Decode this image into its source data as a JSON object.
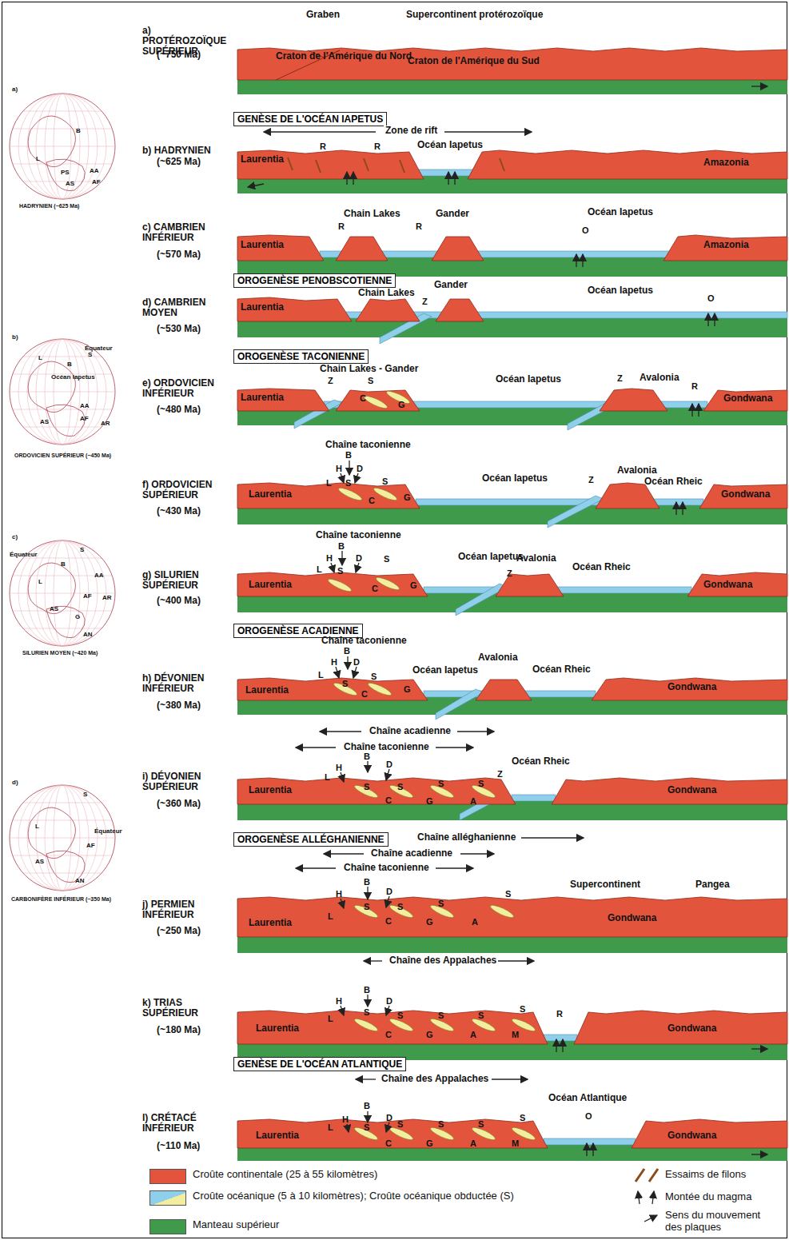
{
  "diagram": {
    "nodes": [
      {
        "text": [
          "GENÈSE DE L'OCÉAN IAPETUS"
        ]
      },
      {
        "text": [
          "OROGENÈSE PENOBSCOTIENNE"
        ]
      },
      {
        "text": [
          "OROGENÈSE TACONIENNE"
        ]
      },
      {
        "text": [
          "OROGENÈSE ACADIENNE"
        ]
      },
      {
        "text": [
          "OROGENÈSE ALLÉGHANIENNE"
        ]
      },
      {
        "text": [
          "GENÈSE DE L'OCÉAN ATLANTIQUE"
        ]
      }
    ],
    "labels": [
      "a)",
      "HADRYNIEN (~625 Ma)",
      "B",
      "L",
      "AA",
      "AF",
      "AS",
      "PS",
      "b)",
      "Équateur",
      "Océan Iapetus",
      "ORDOVICIEN SUPÉRIEUR (~450 Ma)",
      "L",
      "B",
      "S",
      "AA",
      "AF",
      "AS",
      "AR",
      "c)",
      "Équateur",
      "SILURIEN MOYEN (~420 Ma)",
      "S",
      "B",
      "L",
      "AA",
      "AF",
      "AS",
      "AR",
      "G",
      "AN",
      "d)",
      "Équateur",
      "CARBONIFÈRE INFÉRIEUR (~350 Ma)",
      "S",
      "L",
      "AF",
      "AS",
      "AN",
      "a) PROTÉROZOÏQUE SUPÉRIEUR",
      "(~750 Ma)",
      "Graben",
      "Supercontinent protérozoïque",
      "Craton de l'Amérique du Nord",
      "Craton de l'Amérique du Sud",
      "b) HADRYNIEN",
      "(~625 Ma)",
      "Zone de rift",
      "R",
      "R",
      "Océan Iapetus",
      "Laurentia",
      "Amazonia",
      "c) CAMBRIEN INFÉRIEUR",
      "(~570 Ma)",
      "Chain Lakes",
      "Gander",
      "Océan Iapetus",
      "R",
      "R",
      "O",
      "Laurentia",
      "Amazonia",
      "d) CAMBRIEN MOYEN",
      "(~530 Ma)",
      "Gander",
      "Chain Lakes",
      "Z",
      "Océan Iapetus",
      "O",
      "Laurentia",
      "e) ORDOVICIEN INFÉRIEUR",
      "(~480 Ma)",
      "Chain Lakes - Gander",
      "Z",
      "S",
      "C",
      "G",
      "Océan Iapetus",
      "Z",
      "Avalonia",
      "R",
      "Laurentia",
      "Gondwana",
      "f) ORDOVICIEN SUPÉRIEUR",
      "(~430 Ma)",
      "Chaîne taconienne",
      "B",
      "H",
      "D",
      "L",
      "S",
      "C",
      "S",
      "G",
      "Océan Iapetus",
      "Avalonia",
      "Z",
      "Océan Rheic",
      "Laurentia",
      "Gondwana",
      "g) SILURIEN SUPÉRIEUR",
      "(~400 Ma)",
      "Chaîne taconienne",
      "B",
      "H",
      "D",
      "S",
      "L",
      "S",
      "C",
      "G",
      "Océan Iapetus",
      "Avalonia",
      "Z",
      "Océan Rheic",
      "Laurentia",
      "Gondwana",
      "h) DÉVONIEN INFÉRIEUR",
      "(~380 Ma)",
      "Chaîne taconienne",
      "B",
      "H",
      "D",
      "L",
      "S",
      "S",
      "C",
      "G",
      "Avalonia",
      "Océan Iapetus",
      "Océan Rheic",
      "Laurentia",
      "Gondwana",
      "Chaîne acadienne",
      "Chaîne taconienne",
      "i) DÉVONIEN SUPÉRIEUR",
      "(~360 Ma)",
      "L",
      "H",
      "B",
      "S",
      "D",
      "S",
      "C",
      "S",
      "G",
      "S",
      "A",
      "Z",
      "Océan Rheic",
      "Laurentia",
      "Gondwana",
      "Chaîne alléghanienne",
      "Chaîne acadienne",
      "Chaîne taconienne",
      "j) PERMIEN INFÉRIEUR",
      "(~250 Ma)",
      "L",
      "H",
      "B",
      "S",
      "D",
      "S",
      "C",
      "S",
      "G",
      "A",
      "S",
      "Supercontinent",
      "Pangea",
      "Laurentia",
      "Gondwana",
      "Chaîne des Appalaches",
      "k) TRIAS SUPÉRIEUR",
      "(~180 Ma)",
      "L",
      "H",
      "B",
      "S",
      "D",
      "S",
      "C",
      "S",
      "G",
      "S",
      "A",
      "S",
      "M",
      "R",
      "Laurentia",
      "Gondwana",
      "Chaîne des Appalaches",
      "l) CRÉTACÉ INFÉRIEUR",
      "(~110 Ma)",
      "L",
      "H",
      "B",
      "S",
      "D",
      "S",
      "C",
      "S",
      "G",
      "S",
      "A",
      "S",
      "M",
      "Océan Atlantique",
      "O",
      "Laurentia",
      "Gondwana"
    ],
    "legend": [
      {
        "text": "Croûte continentale (25 à 55 kilomètres)",
        "color": "#e2553c"
      },
      {
        "text": "Croûte océanique (5 à 10 kilomètres); Croûte océanique obductée (S)",
        "color": "#8fcfea"
      },
      {
        "text": "Manteau supérieur",
        "color": "#3f9a4c"
      },
      {
        "text": "Essaims de filons"
      },
      {
        "text": "Montée du magma"
      },
      {
        "text": "Sens du mouvement des plaques"
      }
    ]
  }
}
